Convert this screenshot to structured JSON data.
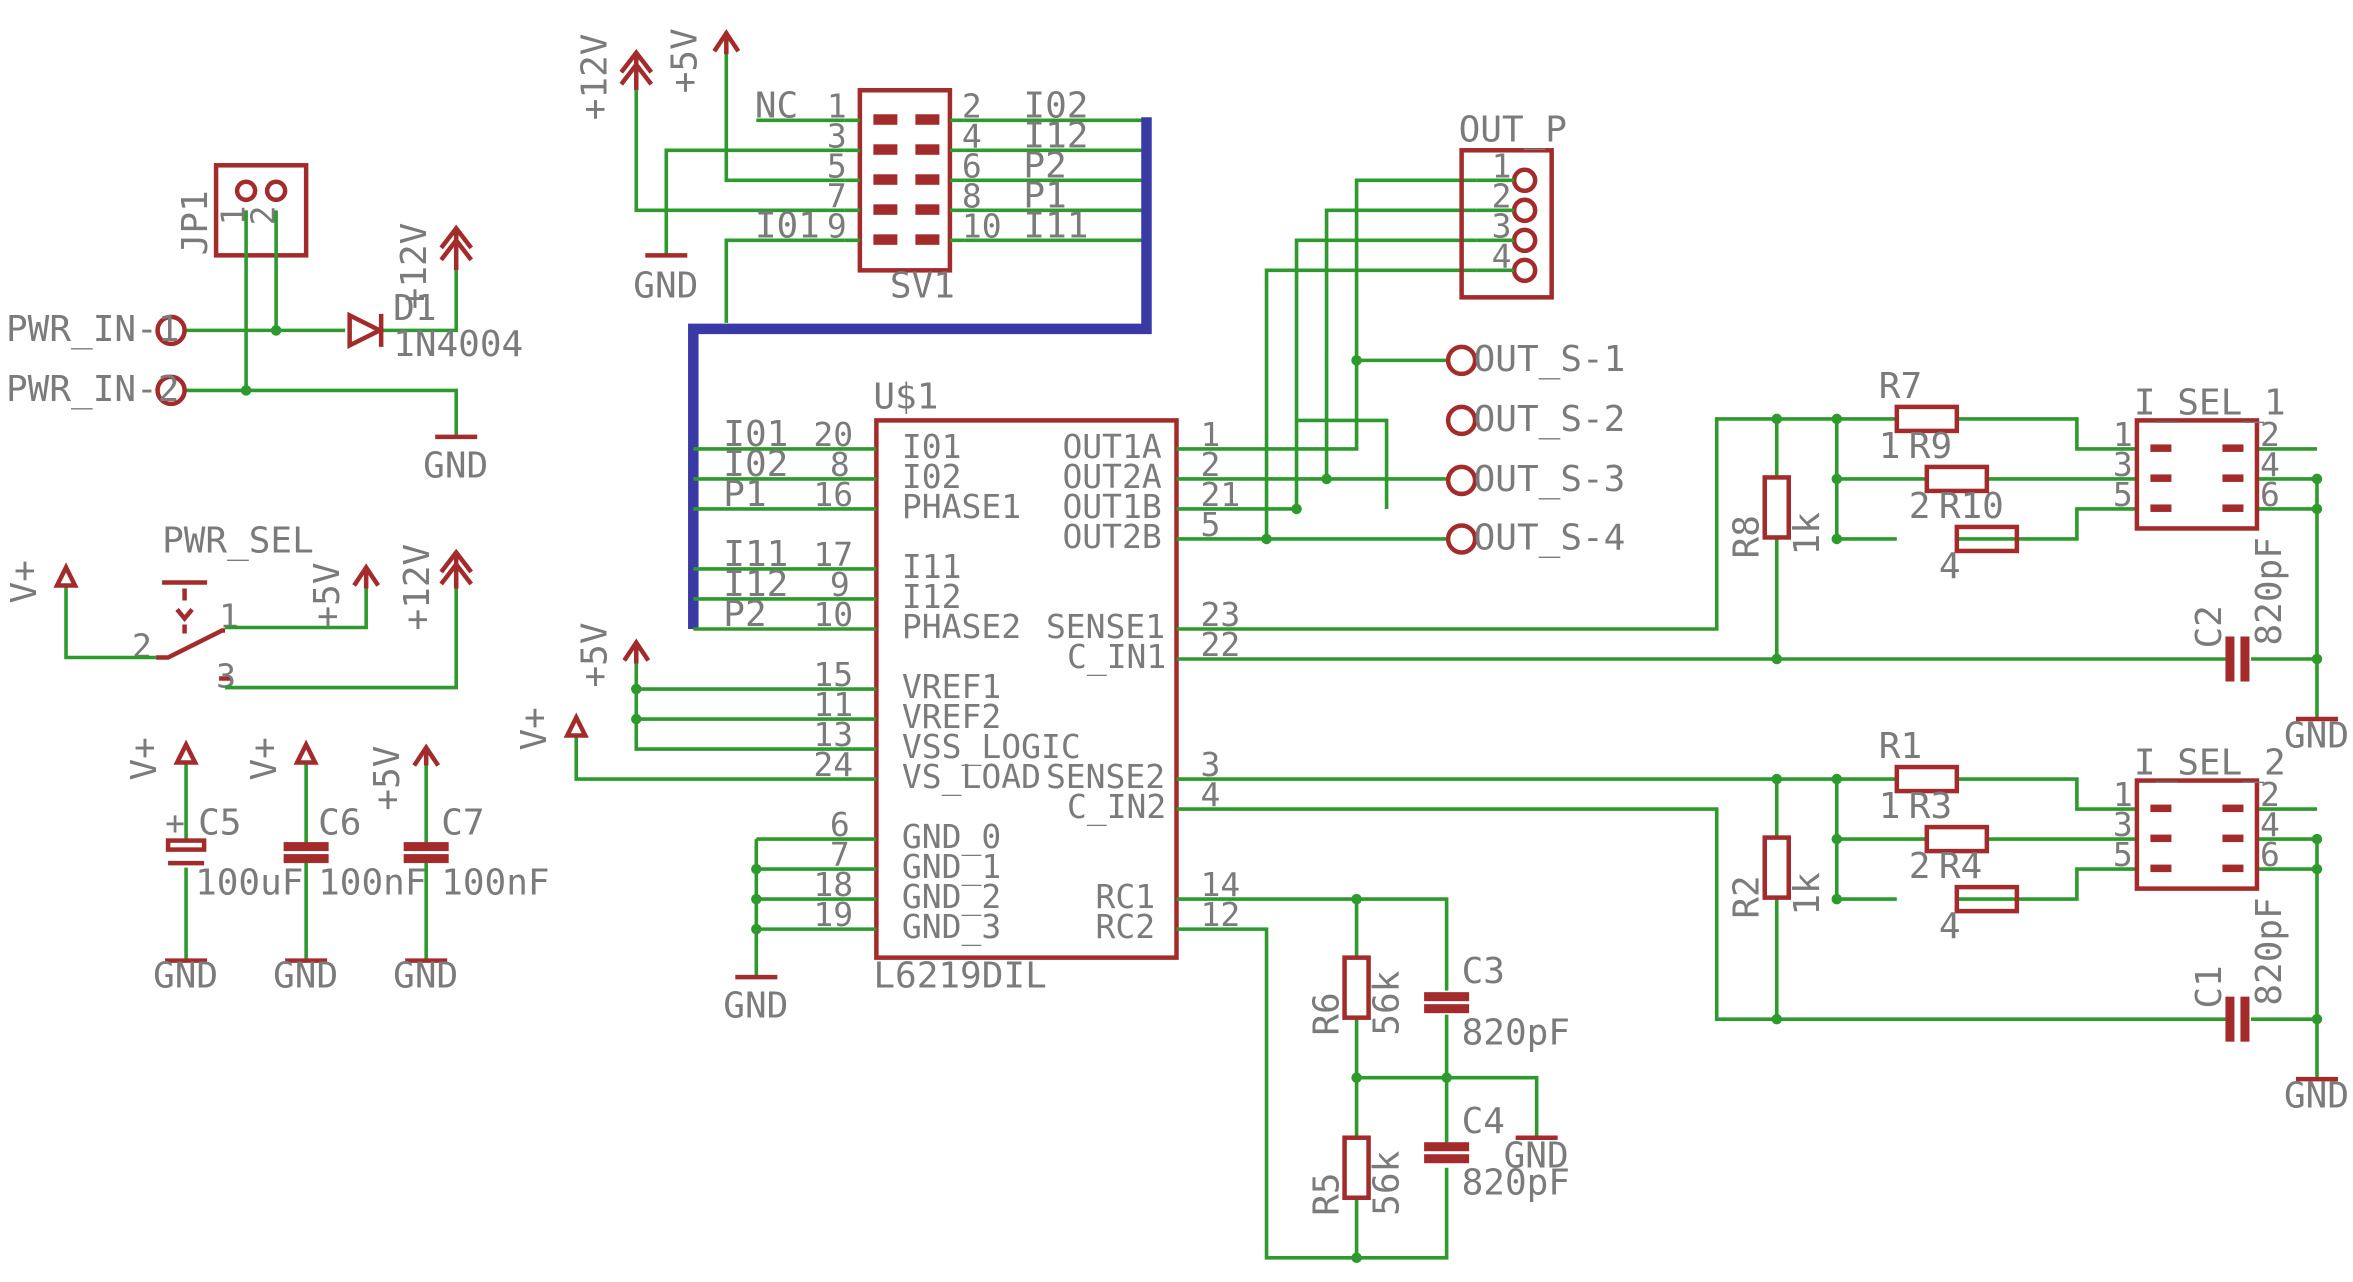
{
  "jp1": {
    "name": "JP1",
    "pin1": "1",
    "pin2": "2"
  },
  "pwr_in": {
    "in1": "PWR_IN-1",
    "in2": "PWR_IN-2"
  },
  "d1": {
    "name": "D1",
    "value": "1N4004"
  },
  "pwr_sel": {
    "name": "PWR_SEL",
    "pin1": "1",
    "pin2": "2",
    "pin3": "3"
  },
  "supply": {
    "vplus": "V+",
    "p5v": "+5V",
    "p12v": "+12V",
    "gnd": "GND"
  },
  "caps_left": [
    {
      "name": "C5",
      "value": "100uF",
      "plus": "+"
    },
    {
      "name": "C6",
      "value": "100nF"
    },
    {
      "name": "C7",
      "value": "100nF"
    }
  ],
  "sv1": {
    "name": "SV1",
    "nc": "NC",
    "left_pins": [
      "1",
      "3",
      "5",
      "7",
      "9"
    ],
    "right_pins": [
      "2",
      "4",
      "6",
      "8",
      "10"
    ],
    "right_nets": [
      "I02",
      "I12",
      "P2",
      "P1",
      "I11"
    ],
    "left_net_9": "I01"
  },
  "out_p": {
    "name": "OUT_P",
    "pins": [
      "1",
      "2",
      "3",
      "4"
    ]
  },
  "out_s": [
    "OUT_S-1",
    "OUT_S-2",
    "OUT_S-3",
    "OUT_S-4"
  ],
  "u1": {
    "name": "U$1",
    "part": "L6219DIL",
    "left": [
      {
        "net": "I01",
        "num": "20",
        "pin": "I01"
      },
      {
        "net": "I02",
        "num": "8",
        "pin": "I02"
      },
      {
        "net": "P1",
        "num": "16",
        "pin": "PHASE1"
      },
      {
        "net": "I11",
        "num": "17",
        "pin": "I11"
      },
      {
        "net": "I12",
        "num": "9",
        "pin": "I12"
      },
      {
        "net": "P2",
        "num": "10",
        "pin": "PHASE2"
      },
      {
        "net": "",
        "num": "15",
        "pin": "VREF1"
      },
      {
        "net": "",
        "num": "11",
        "pin": "VREF2"
      },
      {
        "net": "",
        "num": "13",
        "pin": "VSS_LOGIC"
      },
      {
        "net": "",
        "num": "24",
        "pin": "VS_LOAD"
      },
      {
        "net": "",
        "num": "6",
        "pin": "GND_0"
      },
      {
        "net": "",
        "num": "7",
        "pin": "GND_1"
      },
      {
        "net": "",
        "num": "18",
        "pin": "GND_2"
      },
      {
        "net": "",
        "num": "19",
        "pin": "GND_3"
      }
    ],
    "right": [
      {
        "num": "1",
        "pin": "OUT1A"
      },
      {
        "num": "2",
        "pin": "OUT2A"
      },
      {
        "num": "21",
        "pin": "OUT1B"
      },
      {
        "num": "5",
        "pin": "OUT2B"
      },
      {
        "num": "23",
        "pin": "SENSE1"
      },
      {
        "num": "22",
        "pin": "C_IN1"
      },
      {
        "num": "3",
        "pin": "SENSE2"
      },
      {
        "num": "4",
        "pin": "C_IN2"
      },
      {
        "num": "14",
        "pin": "RC1"
      },
      {
        "num": "12",
        "pin": "RC2"
      }
    ]
  },
  "rc": {
    "r6": {
      "name": "R6",
      "value": "56k"
    },
    "r5": {
      "name": "R5",
      "value": "56k"
    },
    "c3": {
      "name": "C3",
      "value": "820pF"
    },
    "c4": {
      "name": "C4",
      "value": "820pF"
    }
  },
  "sel1": {
    "name": "I_SEL_1",
    "r_top": {
      "name": "R7",
      "pin": "1"
    },
    "r_mid": {
      "name": "R9",
      "pin": "2"
    },
    "r_bot": {
      "name": "R10",
      "pin": "4"
    },
    "r_sense": {
      "name": "R8",
      "value": "1k"
    },
    "cap": {
      "name": "C2",
      "value": "820pF"
    },
    "left_pins": [
      "1",
      "3",
      "5"
    ],
    "right_pins": [
      "2",
      "4",
      "6"
    ]
  },
  "sel2": {
    "name": "I_SEL_2",
    "r_top": {
      "name": "R1",
      "pin": "1"
    },
    "r_mid": {
      "name": "R3",
      "pin": "2"
    },
    "r_bot": {
      "name": "R4",
      "pin": "4"
    },
    "r_sense": {
      "name": "R2",
      "value": "1k"
    },
    "cap": {
      "name": "C1",
      "value": "820pF"
    },
    "left_pins": [
      "1",
      "3",
      "5"
    ],
    "right_pins": [
      "2",
      "4",
      "6"
    ]
  }
}
